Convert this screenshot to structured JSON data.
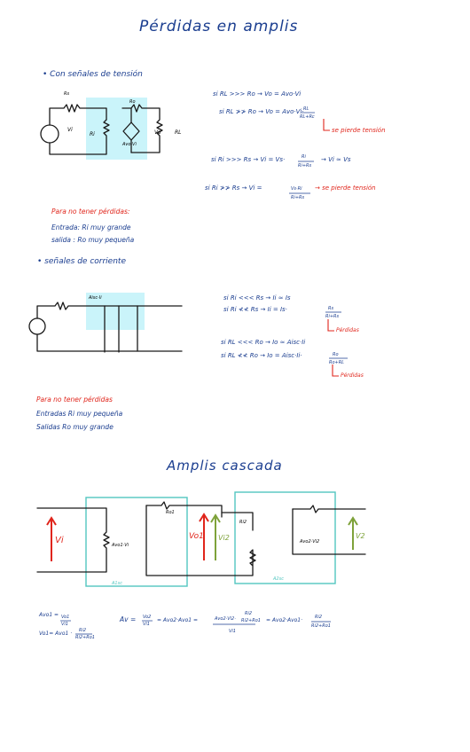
{
  "title": "Pérdidas en amplis",
  "voltage": {
    "heading": "Con señales de tensión",
    "circuit_labels": {
      "rs": "Rs",
      "vi": "Vi",
      "ri": "Ri",
      "ro": "Ro",
      "avo_vi": "Avo·Vi",
      "vo": "Vo",
      "rl": "RL"
    },
    "eq1": "si  RL >>> Ro → Vo = Avo·Vi",
    "eq2a": "si  RL ≯≯ Ro → Vo = Avo·Vi·",
    "eq2b": "RL",
    "eq2c": "RL+Rc",
    "eq2_note": "se pierde tensión",
    "eq3a": "si  Ri >>> Rs → Vi = Vs·",
    "eq3b": "Ri",
    "eq3c": "Ri+Rs",
    "eq3d": "→ Vi ≃ Vs",
    "eq4a": "si  Ri ≯≯ Rs → Vi =",
    "eq4b": "Vs·Ri",
    "eq4c": "Ri+Rs",
    "eq4_note": "→ se pierde tensión",
    "loss_title": "Para no tener pérdidas:",
    "entrada": "Entrada:  Ri muy grande",
    "salida": "salida :   Ro muy pequeña"
  },
  "current": {
    "heading": "señales de corriente",
    "circuit_label": "Aisc·Ii",
    "eq1": "si  Ri <<< Rs → Ii ≃ Is",
    "eq2a": "si  Ri ≮≮ Rs → Ii = Is·",
    "eq2b": "Rs",
    "eq2c": "Ri+Rs",
    "eq2_note": "Pérdidas",
    "eq3": "si  RL <<< Ro → Io ≃ Aisc·Ii",
    "eq4a": "si  RL ≮≮ Ro → Io = Aisc·Ii·",
    "eq4b": "Ro",
    "eq4c": "Ro+RL",
    "eq4_note": "Pérdidas",
    "loss_title": "Para no tener pérdidas",
    "entrada": "Entradas Ri muy pequeña",
    "salida": "Salidas Ro muy grande"
  },
  "cascade": {
    "heading": "Amplis cascada",
    "vi": "Vi",
    "avo1vi": "Avo1·Vi",
    "ro1": "Ro1",
    "vo1": "Vo1",
    "vi2": "Vi2",
    "ri2": "Ri2",
    "avo2vi2": "Avo2·Vi2",
    "v2": "V2",
    "stage1": "A1sc",
    "stage2": "A2sc",
    "f1a": "Avo1 =",
    "f1b": "Vo1",
    "f1c": "Vi1",
    "f2a": "Vo1= Avo1 ·",
    "f2b": "Ri2",
    "f2c": "Ri2+Ro1",
    "f3a": "Av =",
    "f3b": "Vo2",
    "f3c": "Vi1",
    "f3d": "= Avo2·Avo1 =",
    "f3e": "Avo2·Vi2·",
    "f3f": "Ri2",
    "f3g": "Ri2+Ro1",
    "f3h": "Vi1",
    "f3i": "= Avo2·Avo1·",
    "f3j": "Ri2",
    "f3k": "Ri2+Ro1"
  }
}
